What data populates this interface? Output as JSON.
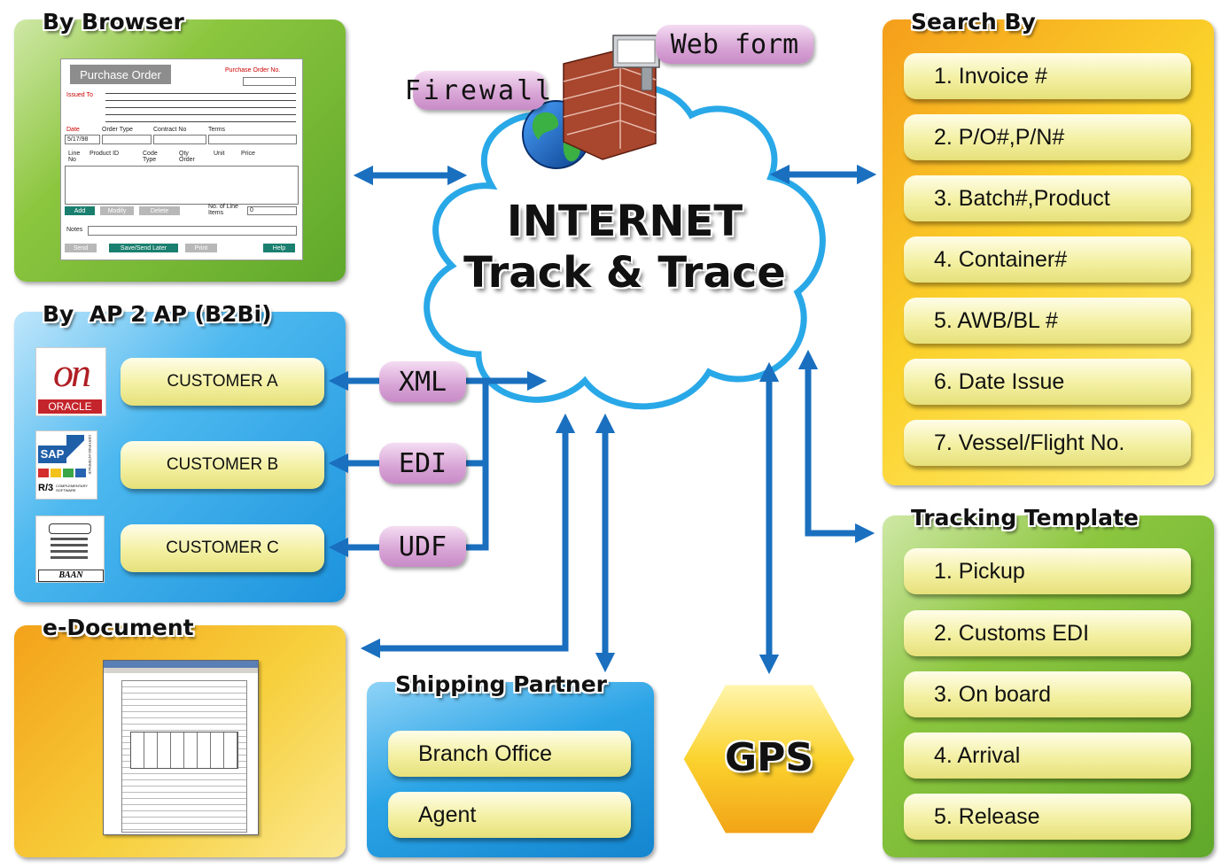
{
  "browser": {
    "title": "By Browser",
    "form": {
      "header": "Purchase Order",
      "po_no_label": "Purchase Order No.",
      "issued_to": "Issued To",
      "date_label": "Date",
      "date_value": "5/17/98",
      "order_type": "Order Type",
      "contract_no": "Contract No",
      "terms": "Terms",
      "line_no": "Line No",
      "product_id": "Product ID",
      "code_type": "Code Type",
      "qty_order": "Qty Order",
      "unit": "Unit",
      "price": "Price",
      "add": "Add",
      "modify": "Modify",
      "delete": "Delete",
      "no_of_items": "No. of Line Items",
      "items_value": "0",
      "notes": "Notes",
      "send": "Send",
      "save_send_later": "Save/Send Later",
      "print": "Print",
      "help": "Help"
    }
  },
  "b2bi": {
    "title": "By  AP 2 AP (B2Bi)",
    "customers": [
      "CUSTOMER A",
      "CUSTOMER B",
      "CUSTOMER C"
    ],
    "logos": {
      "oracle_mark": "on",
      "oracle_name": "ORACLE",
      "sap_name": "SAP",
      "sap_r3": "R/3",
      "sap_side": "CERTIFIED INTERFACE",
      "sap_comp": "COMPLEMENTARY SOFTWARE",
      "baan_name": "BAAN"
    },
    "formats": [
      "XML",
      "EDI",
      "UDF"
    ]
  },
  "edocument": {
    "title": "e-Document"
  },
  "center": {
    "line1": "INTERNET",
    "line2": "Track & Trace",
    "firewall": "Firewall",
    "webform": "Web form"
  },
  "shipping": {
    "title": "Shipping Partner",
    "items": [
      "Branch Office",
      "Agent"
    ]
  },
  "gps": {
    "label": "GPS"
  },
  "search": {
    "title": "Search By",
    "items": [
      "1. Invoice #",
      "2. P/O#,P/N#",
      "3. Batch#,Product",
      "4. Container#",
      "5. AWB/BL #",
      "6. Date Issue",
      "7. Vessel/Flight No."
    ]
  },
  "tracking": {
    "title": "Tracking Template",
    "items": [
      "1. Pickup",
      "2. Customs EDI",
      "3. On board",
      "4. Arrival",
      "5. Release"
    ]
  },
  "colors": {
    "arrow": "#1a6fbf",
    "cloud_border": "#29a8e8",
    "green": "#6cb52f",
    "blue": "#2ba4e6",
    "orange": "#f7b82a",
    "tag": "#d7a3d5"
  }
}
